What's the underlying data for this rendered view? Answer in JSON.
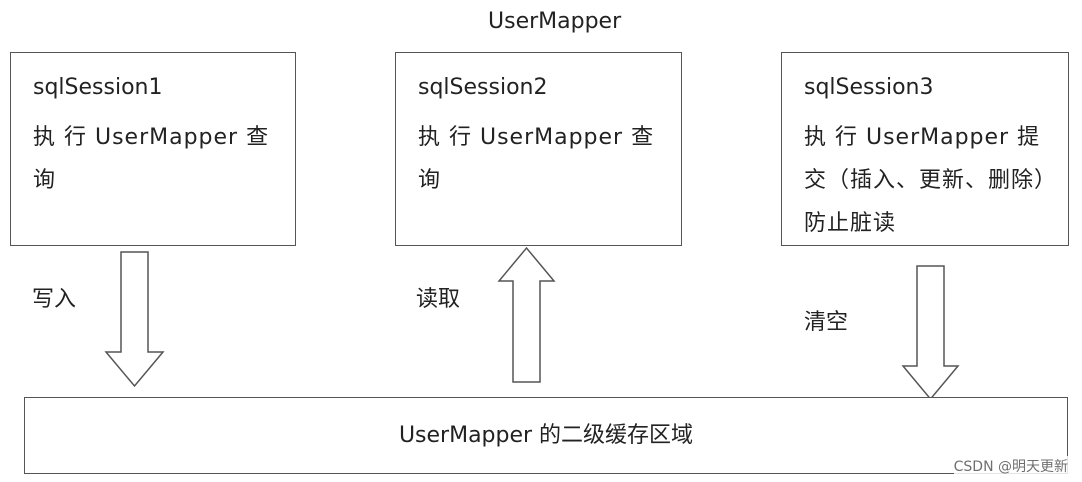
{
  "title": "UserMapper",
  "sessions": [
    {
      "name": "sqlSession1",
      "desc": "执 行  UserMapper 查询"
    },
    {
      "name": "sqlSession2",
      "desc": "执 行  UserMapper 查询"
    },
    {
      "name": "sqlSession3",
      "desc": "执 行  UserMapper 提交（插入、更新、删除）防止脏读"
    }
  ],
  "arrows": {
    "write": "写入",
    "read": "读取",
    "clear": "清空"
  },
  "cache_label": "UserMapper 的二级缓存区域",
  "watermark": "CSDN @明天更新",
  "colors": {
    "stroke": "#555555",
    "text": "#222222",
    "background": "#ffffff"
  }
}
